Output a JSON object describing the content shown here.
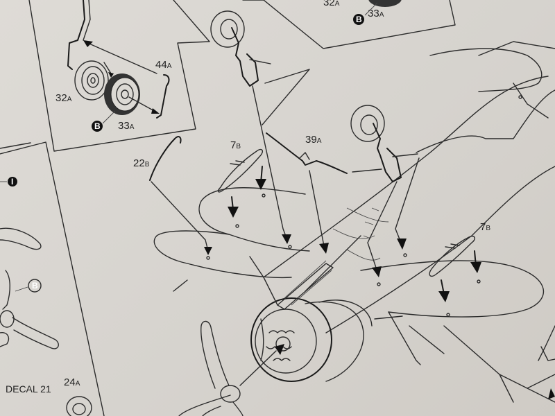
{
  "part_labels": {
    "wheel_front_top": {
      "num": "32",
      "sub": "A"
    },
    "wheel_hub_top": {
      "num": "33",
      "sub": "A"
    },
    "leg_44": {
      "num": "44",
      "sub": "A"
    },
    "wheel_32": {
      "num": "32",
      "sub": "A"
    },
    "wheel_33": {
      "num": "33",
      "sub": "A"
    },
    "strut_22": {
      "num": "22",
      "sub": "B"
    },
    "rack_7_left": {
      "num": "7",
      "sub": "B"
    },
    "brace_39": {
      "num": "39",
      "sub": "A"
    },
    "rack_7_right": {
      "num": "7",
      "sub": "B"
    },
    "wheel_24": {
      "num": "24",
      "sub": "A"
    }
  },
  "markers": {
    "sprue_b_top": "B",
    "sprue_b_inset": "B",
    "sprue_b_left": "B",
    "sprue_i_left": "I"
  },
  "decal": {
    "word": "DECAL",
    "number": "21"
  }
}
